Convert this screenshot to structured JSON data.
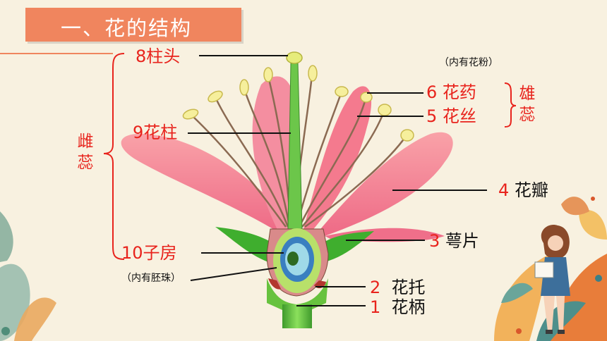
{
  "header": {
    "title": "一、花的结构"
  },
  "groups": {
    "pistil": [
      "雌",
      "蕊"
    ],
    "stamen": [
      "雄",
      "蕊"
    ]
  },
  "parts": [
    {
      "number": "8",
      "name": "柱头"
    },
    {
      "number": "9",
      "name": "花柱"
    },
    {
      "number": "10",
      "name": "子房"
    },
    {
      "number": "6",
      "name": "花药"
    },
    {
      "number": "5",
      "name": "花丝"
    },
    {
      "number": "4",
      "name": "花瓣"
    },
    {
      "number": "3",
      "name": "萼片"
    },
    {
      "number": "2",
      "name": "花托"
    },
    {
      "number": "1",
      "name": "花柄"
    }
  ],
  "notes": {
    "pollen": "（内有花粉）",
    "ovule": "（内有胚珠）"
  },
  "colors": {
    "label_red": "#e8231c",
    "title_bar": "#f0855e",
    "background": "#f8f1e0",
    "petal": "#f47a8e",
    "stem": "#5fbe3a"
  }
}
